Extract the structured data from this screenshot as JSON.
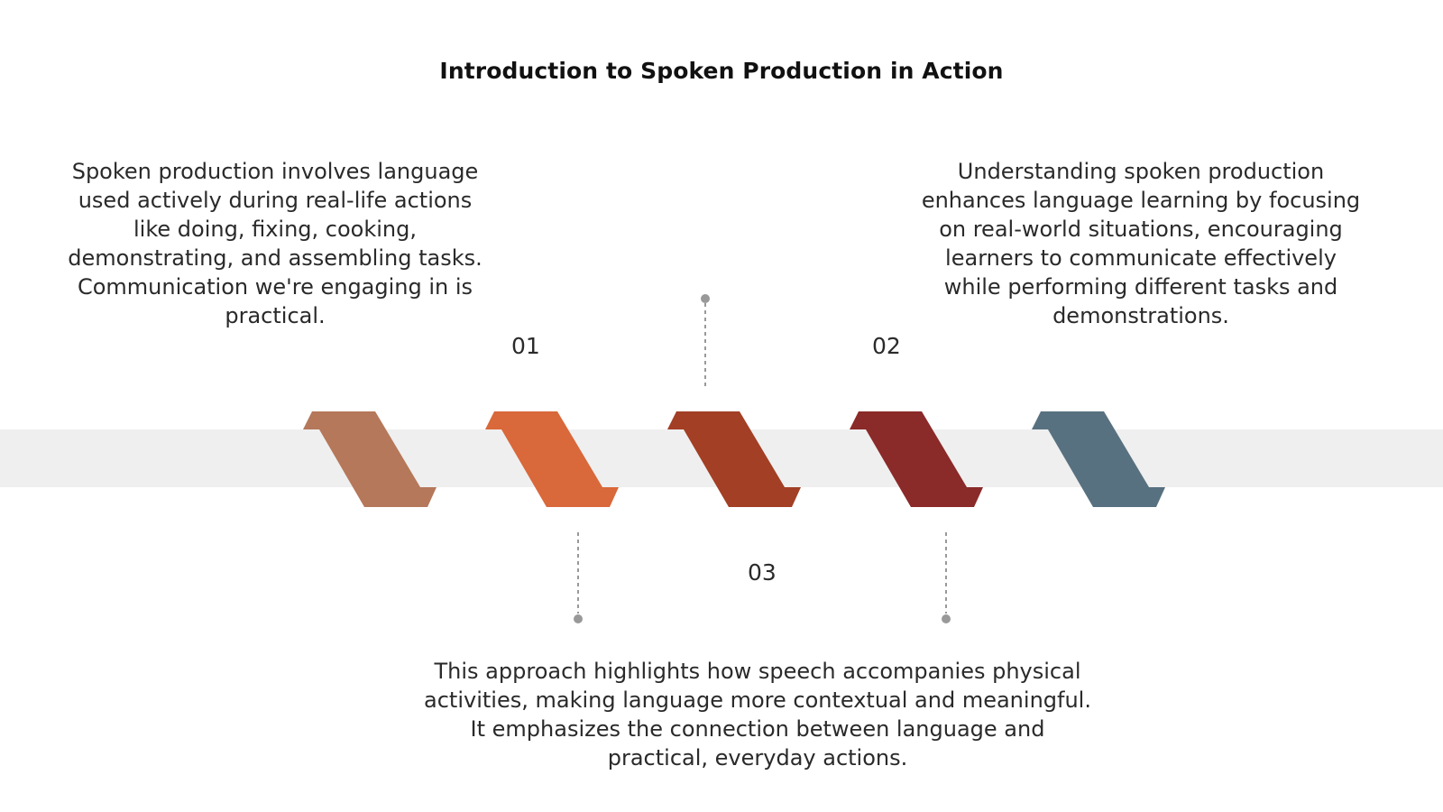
{
  "title": "Introduction to Spoken Production in Action",
  "steps": [
    {
      "number": "01",
      "text": "Spoken production involves language used actively during real-life actions like doing, fixing, cooking, demonstrating, and assembling tasks. Communication we're engaging in is practical."
    },
    {
      "number": "02",
      "text": "Understanding spoken production enhances language learning by focusing on real-world situations, encouraging learners to communicate effectively while performing different tasks and demonstrations."
    },
    {
      "number": "03",
      "text": "This approach highlights how speech accompanies physical activities, making language more contextual and meaningful. It emphasizes the connection between language and practical, everyday actions."
    }
  ],
  "colors": {
    "band": "#efefef",
    "chevrons": [
      "#b5785a",
      "#d9683a",
      "#a23f25",
      "#8a2a29",
      "#587180"
    ],
    "connector": "#999999"
  }
}
